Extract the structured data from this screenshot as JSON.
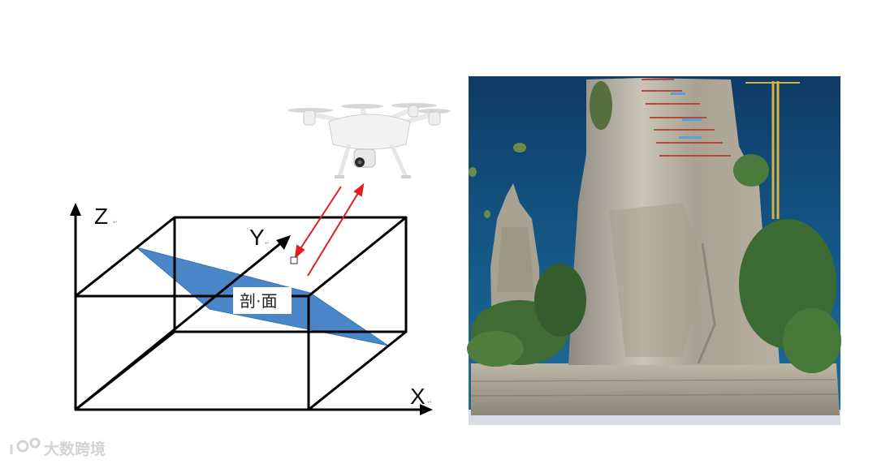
{
  "diagram": {
    "axis_labels": {
      "z": "Z",
      "y": "Y",
      "x": "X"
    },
    "section_label": "剖·面",
    "watermark": "大数跨境",
    "colors": {
      "section_plane": "#4a86c8",
      "laser_beam": "#e02020",
      "frame_line": "#000000"
    },
    "icons": [
      "drone-icon",
      "point-cloud-cliff-image",
      "watermark-logo-icon"
    ]
  }
}
